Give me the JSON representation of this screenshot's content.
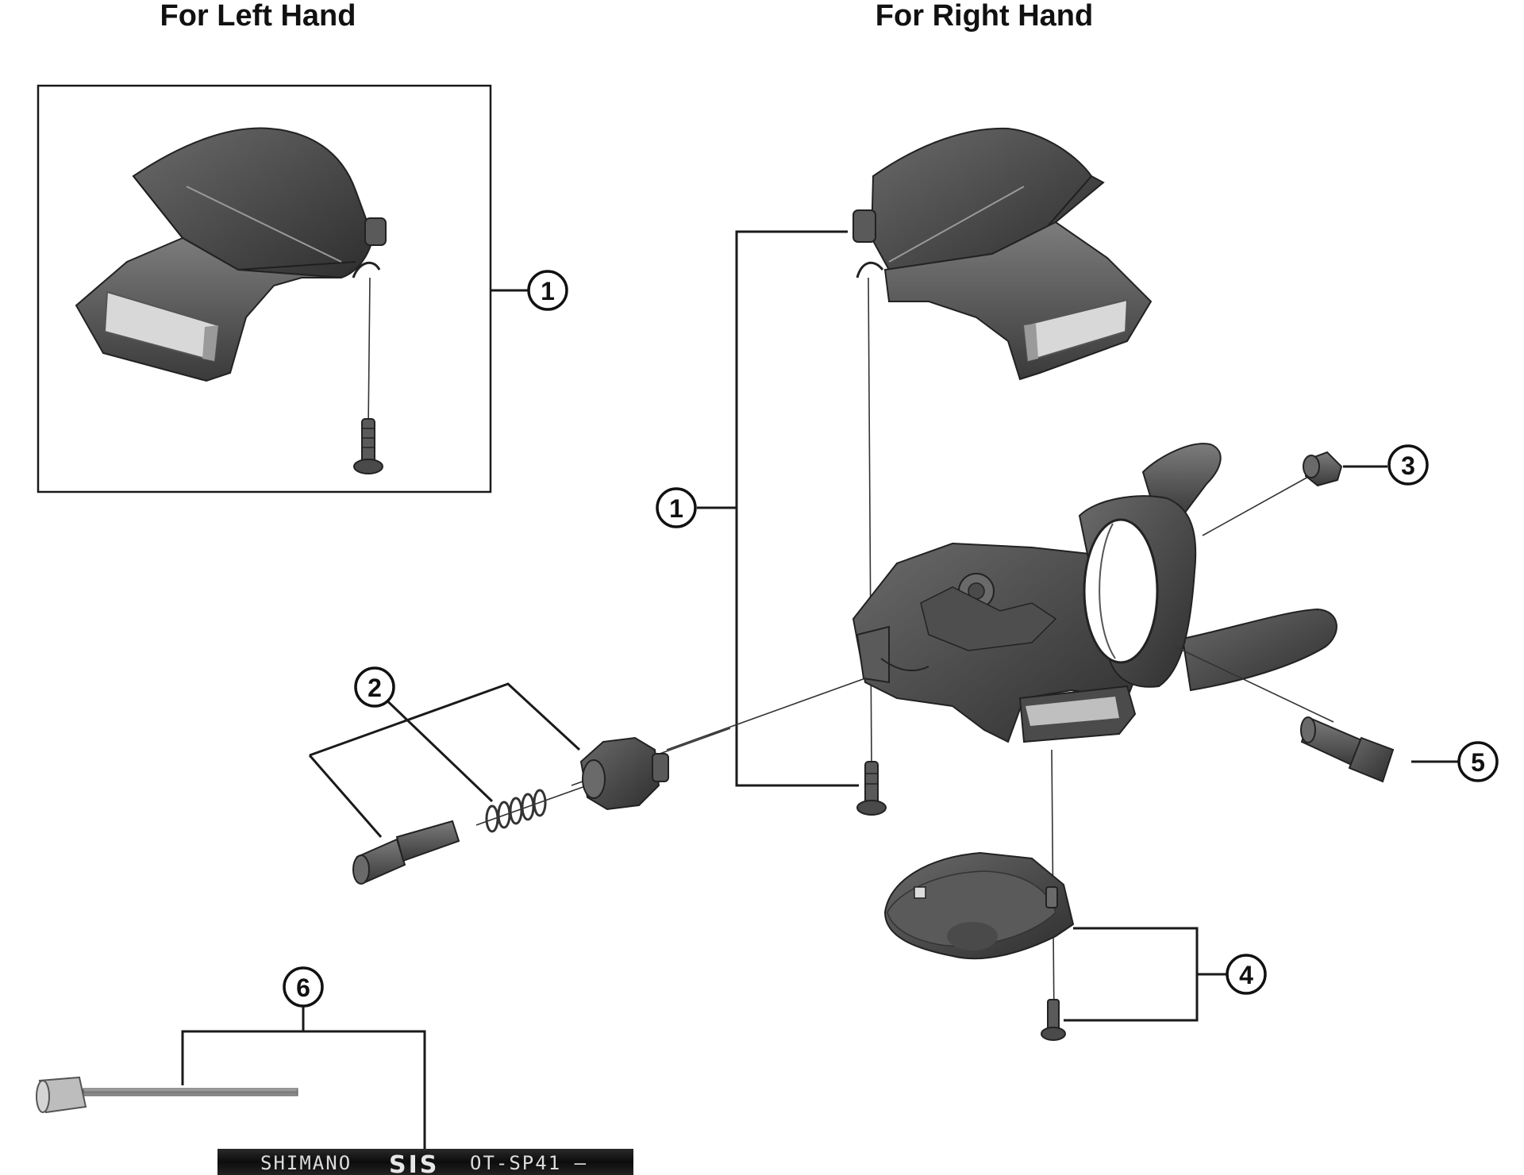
{
  "headings": {
    "left": "For Left Hand",
    "right": "For Right Hand"
  },
  "callouts": {
    "c1_left": "1",
    "c1_right": "1",
    "c2": "2",
    "c3": "3",
    "c4": "4",
    "c5": "5",
    "c6": "6"
  },
  "cable_housing": {
    "brand": "SHIMANO",
    "series": "SIS",
    "model": "OT-SP41 –"
  },
  "colors": {
    "part_dark": "#3f3f3f",
    "part_mid": "#5a5a5a",
    "part_light": "#8a8a8a",
    "window": "#d8d8d8",
    "line": "#1a1a1a"
  }
}
